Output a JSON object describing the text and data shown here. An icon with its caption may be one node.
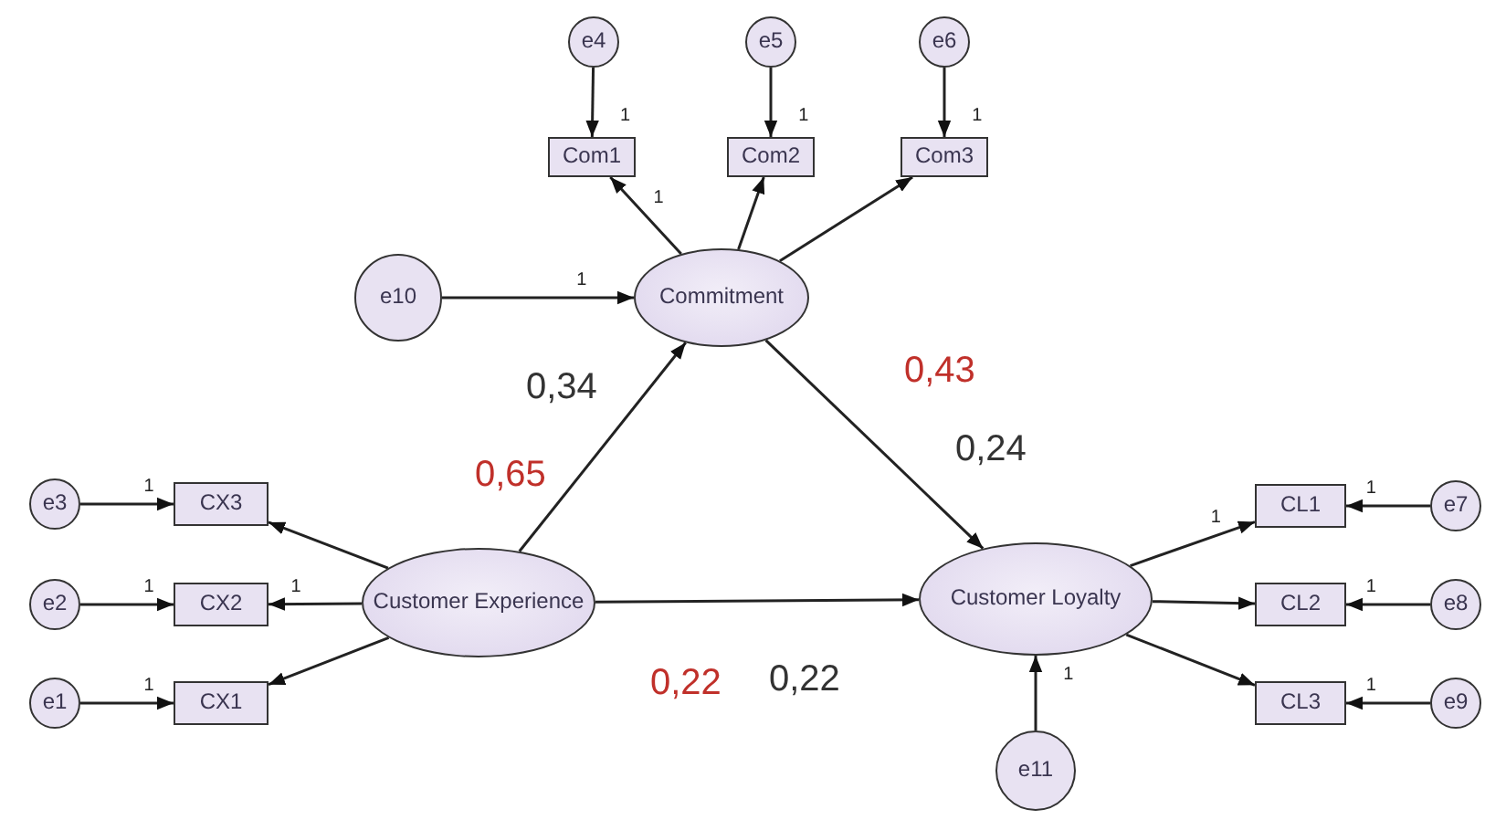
{
  "diagram": {
    "nodes": [
      {
        "text": [
          "e4"
        ]
      },
      {
        "text": [
          "e5"
        ]
      },
      {
        "text": [
          "e6"
        ]
      },
      {
        "text": [
          "Com1"
        ]
      },
      {
        "text": [
          "Com2"
        ]
      },
      {
        "text": [
          "Com3"
        ]
      },
      {
        "text": [
          "e10"
        ]
      },
      {
        "text": [
          "Commitment"
        ]
      },
      {
        "text": [
          "e3"
        ]
      },
      {
        "text": [
          "CX3"
        ]
      },
      {
        "text": [
          "e2"
        ]
      },
      {
        "text": [
          "CX2"
        ]
      },
      {
        "text": [
          "e1"
        ]
      },
      {
        "text": [
          "CX1"
        ]
      },
      {
        "text": [
          "Customer Experience"
        ]
      },
      {
        "text": [
          "Customer Loyalty"
        ]
      },
      {
        "text": [
          "CL1"
        ]
      },
      {
        "text": [
          "e7"
        ]
      },
      {
        "text": [
          "CL2"
        ]
      },
      {
        "text": [
          "e8"
        ]
      },
      {
        "text": [
          "CL3"
        ]
      },
      {
        "text": [
          "e9"
        ]
      },
      {
        "text": [
          "e11"
        ]
      }
    ],
    "edges": [
      {
        "from": 0,
        "to": 3,
        "arrow": "to",
        "label": "1"
      },
      {
        "from": 1,
        "to": 4,
        "arrow": "to",
        "label": "1"
      },
      {
        "from": 2,
        "to": 5,
        "arrow": "to",
        "label": "1"
      },
      {
        "from": 7,
        "to": 3,
        "arrow": "to",
        "label": "1"
      },
      {
        "from": 7,
        "to": 4,
        "arrow": "to"
      },
      {
        "from": 7,
        "to": 5,
        "arrow": "to"
      },
      {
        "from": 6,
        "to": 7,
        "arrow": "to",
        "label": "1"
      },
      {
        "from": 14,
        "to": 7,
        "arrow": "to"
      },
      {
        "from": 7,
        "to": 15,
        "arrow": "to"
      },
      {
        "from": 14,
        "to": 15,
        "arrow": "to"
      },
      {
        "from": 14,
        "to": 9,
        "arrow": "to"
      },
      {
        "from": 14,
        "to": 11,
        "arrow": "to",
        "label": "1"
      },
      {
        "from": 14,
        "to": 13,
        "arrow": "to"
      },
      {
        "from": 8,
        "to": 9,
        "arrow": "to",
        "label": "1"
      },
      {
        "from": 10,
        "to": 11,
        "arrow": "to",
        "label": "1"
      },
      {
        "from": 12,
        "to": 13,
        "arrow": "to",
        "label": "1"
      },
      {
        "from": 15,
        "to": 16,
        "arrow": "to",
        "label": "1"
      },
      {
        "from": 15,
        "to": 18,
        "arrow": "to"
      },
      {
        "from": 15,
        "to": 20,
        "arrow": "to"
      },
      {
        "from": 17,
        "to": 16,
        "arrow": "to",
        "label": "1"
      },
      {
        "from": 19,
        "to": 18,
        "arrow": "to",
        "label": "1"
      },
      {
        "from": 21,
        "to": 20,
        "arrow": "to",
        "label": "1"
      },
      {
        "from": 22,
        "to": 15,
        "arrow": "to",
        "label": "1"
      }
    ],
    "labels": [
      "0,34",
      "0,65",
      "0,43",
      "0,24",
      "0,22",
      "0,22"
    ]
  }
}
